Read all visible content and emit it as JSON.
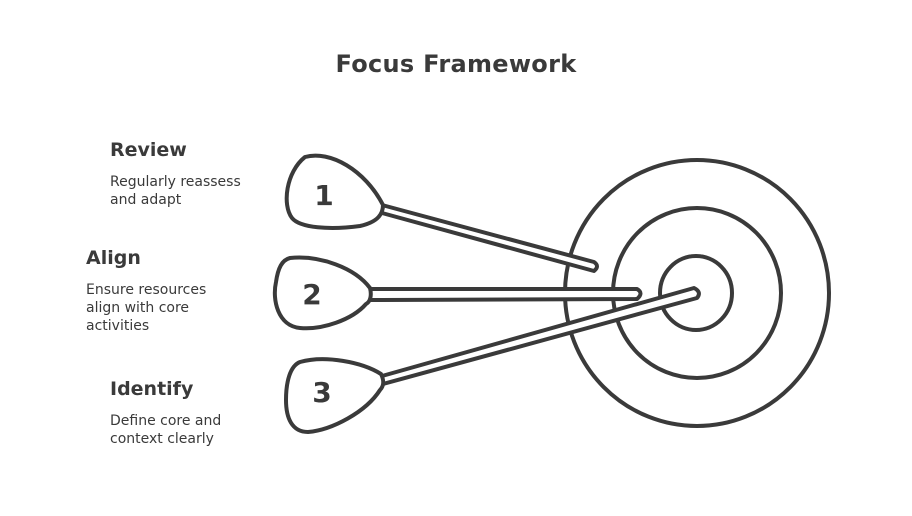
{
  "title": "Focus Framework",
  "colors": {
    "stroke": "#3a3a3a",
    "background": "#ffffff"
  },
  "steps": [
    {
      "number": "1",
      "heading": "Review",
      "description": "Regularly reassess and adapt"
    },
    {
      "number": "2",
      "heading": "Align",
      "description": "Ensure resources align with core activities"
    },
    {
      "number": "3",
      "heading": "Identify",
      "description": "Define core and context clearly"
    }
  ]
}
